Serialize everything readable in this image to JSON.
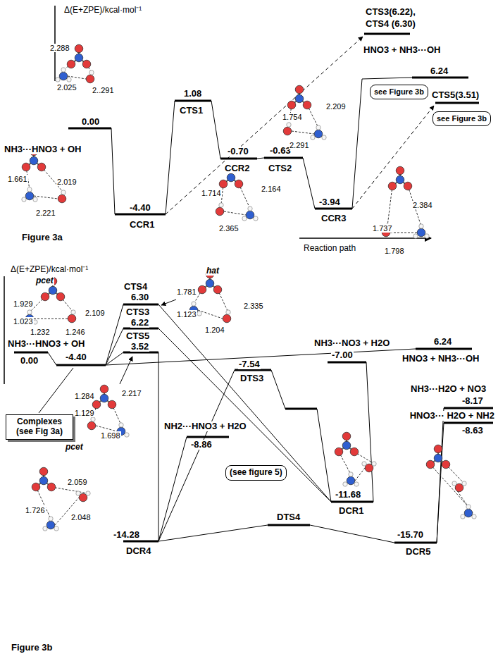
{
  "diagram": {
    "nodes": [
      {
        "text": [
          "see Figure 3b"
        ]
      },
      {
        "text": [
          "see Figure 3b"
        ]
      },
      {
        "text": [
          "Complexes (see Fig 3a)"
        ]
      },
      {
        "text": [
          "(see figure 5)"
        ]
      }
    ],
    "labels": [
      "Δ(E+ZPE)/kcal·mol⁻¹",
      "CTS3(6.22),",
      "CTS4 (6.30)",
      "6.24",
      "HNO3 + NH3···OH",
      "CTS5(3.51)",
      "2.288",
      "2.025",
      "2..291",
      "1.08",
      "CTS1",
      "NH3···HNO3 + OH",
      "0.00",
      "-4.40",
      "CCR1",
      "-0.70",
      "CCR2",
      "-0.63",
      "CTS2",
      "1.754",
      "2.209",
      "2.291",
      "-3.94",
      "CCR3",
      "1.661",
      "2.019",
      "2.221",
      "1.714",
      "2.164",
      "2.365",
      "1.737",
      "2.384",
      "1.798",
      "Figure 3a",
      "Reaction path",
      "Δ(E+ZPE)/kcal·mol⁻¹",
      "CTS4",
      "6.30",
      "CTS3",
      "6.22",
      "CTS5",
      "3.52",
      "pcet",
      "1.929",
      "1.023",
      "1.232",
      "1.246",
      "2.109",
      "hat",
      "1.781",
      "2.335",
      "1.123",
      "1.204",
      "6.24",
      "HNO3 + NH3···OH",
      "NH3···HNO3 + OH",
      "0.00",
      "-4.40",
      "1.284",
      "1.129",
      "2.217",
      "pcet",
      "1.698",
      "NH2···HNO3 + H2O",
      "-8.86",
      "-7.54",
      "DTS3",
      "NH3···NO3 + H2O",
      "-7.00",
      "NH3···H2O + NO3",
      "-8.17",
      "HNO3··· H2O + NH2",
      "-8.63",
      "2.059",
      "1.726",
      "2.048",
      "-14.28",
      "DCR4",
      "DTS4",
      "-11.68",
      "DCR1",
      "-15.70",
      "DCR5",
      "Figure 3b"
    ]
  }
}
